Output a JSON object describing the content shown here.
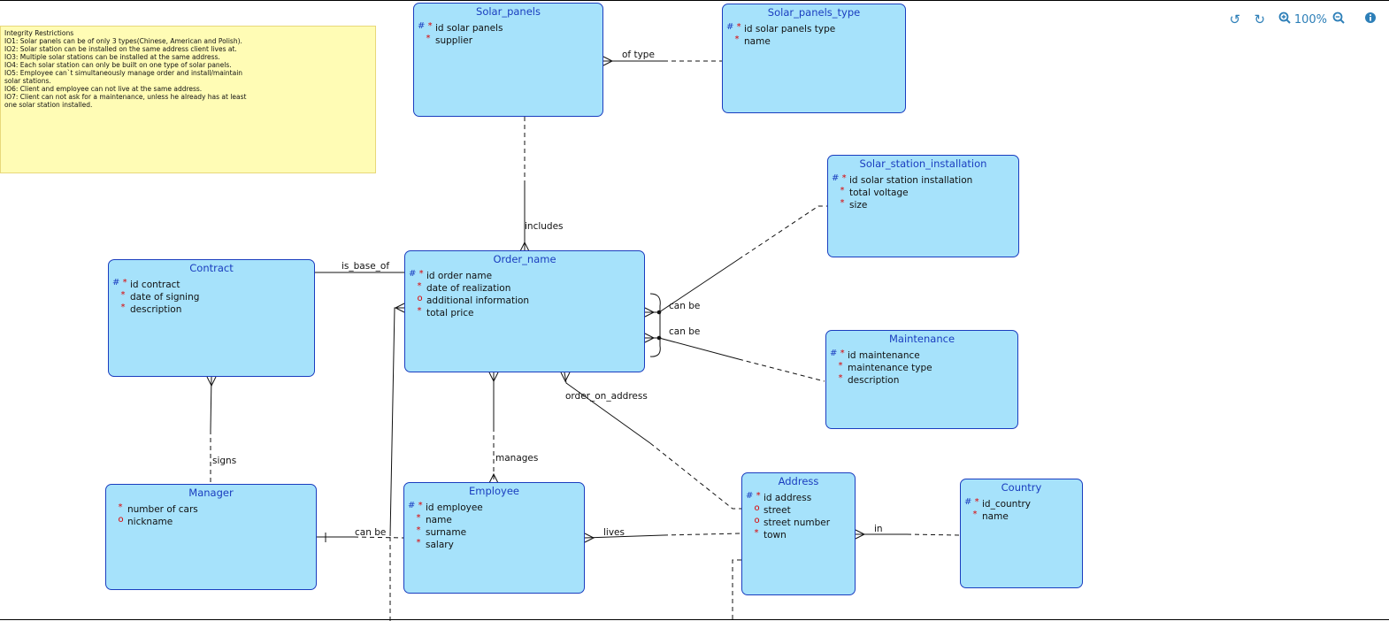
{
  "note": {
    "lines": [
      "Integrity Restrictions",
      "IO1: Solar panels can be of only 3 types(Chinese, American and Polish).",
      "IO2: Solar station can be installed on the same address client lives at.",
      "IO3: Multiple solar stations can be installed at the same address.",
      "IO4: Each solar station can only be built on one type of solar panels.",
      "IO5: Employee can`t simultaneously manage order and install/maintain",
      "solar stations.",
      "IO6: Client and employee can not live at the same address.",
      "IO7: Client can not ask for a maintenance, unless he already has at least",
      "one solar station installed."
    ]
  },
  "toolbar": {
    "zoom": "100%",
    "undo_icon": "undo-icon",
    "redo_icon": "redo-icon",
    "zoom_in_icon": "zoom-in-icon",
    "zoom_out_icon": "zoom-out-icon",
    "info_icon": "info-icon"
  },
  "entities": {
    "solar_panels": {
      "title": "Solar_panels",
      "attrs": [
        {
          "mark": "#*",
          "name": "id solar panels"
        },
        {
          "mark": "*",
          "name": "supplier"
        }
      ]
    },
    "solar_panels_type": {
      "title": "Solar_panels_type",
      "attrs": [
        {
          "mark": "#*",
          "name": "id solar panels type"
        },
        {
          "mark": "*",
          "name": "name"
        }
      ]
    },
    "solar_station_installation": {
      "title": "Solar_station_installation",
      "attrs": [
        {
          "mark": "#*",
          "name": "id solar station installation"
        },
        {
          "mark": "*",
          "name": "total voltage"
        },
        {
          "mark": "*",
          "name": "size"
        }
      ]
    },
    "contract": {
      "title": "Contract",
      "attrs": [
        {
          "mark": "#*",
          "name": "id contract"
        },
        {
          "mark": "*",
          "name": "date of signing"
        },
        {
          "mark": "*",
          "name": "description"
        }
      ]
    },
    "order_name": {
      "title": "Order_name",
      "attrs": [
        {
          "mark": "#*",
          "name": "id order name"
        },
        {
          "mark": "*",
          "name": "date of realization"
        },
        {
          "mark": "o",
          "name": "additional information"
        },
        {
          "mark": "*",
          "name": "total price"
        }
      ]
    },
    "maintenance": {
      "title": "Maintenance",
      "attrs": [
        {
          "mark": "#*",
          "name": "id maintenance"
        },
        {
          "mark": "*",
          "name": "maintenance type"
        },
        {
          "mark": "*",
          "name": "description"
        }
      ]
    },
    "manager": {
      "title": "Manager",
      "attrs": [
        {
          "mark": "*",
          "name": "number of cars"
        },
        {
          "mark": "o",
          "name": "nickname"
        }
      ]
    },
    "employee": {
      "title": "Employee",
      "attrs": [
        {
          "mark": "#*",
          "name": "id employee"
        },
        {
          "mark": "*",
          "name": "name"
        },
        {
          "mark": "*",
          "name": "surname"
        },
        {
          "mark": "*",
          "name": "salary"
        }
      ]
    },
    "address": {
      "title": "Address",
      "attrs": [
        {
          "mark": "#*",
          "name": "id address"
        },
        {
          "mark": "o",
          "name": "street"
        },
        {
          "mark": "o",
          "name": "street number"
        },
        {
          "mark": "*",
          "name": "town"
        }
      ]
    },
    "country": {
      "title": "Country",
      "attrs": [
        {
          "mark": "#*",
          "name": "id_country"
        },
        {
          "mark": "*",
          "name": "name"
        }
      ]
    }
  },
  "relationships": {
    "of_type": "of type",
    "includes": "includes",
    "is_base_of": "is_base_of",
    "can_be_1": "can be",
    "can_be_2": "can be",
    "order_on_address": "order_on_address",
    "signs": "signs",
    "manages": "manages",
    "can_be_3": "can be",
    "lives": "lives",
    "in": "in"
  }
}
